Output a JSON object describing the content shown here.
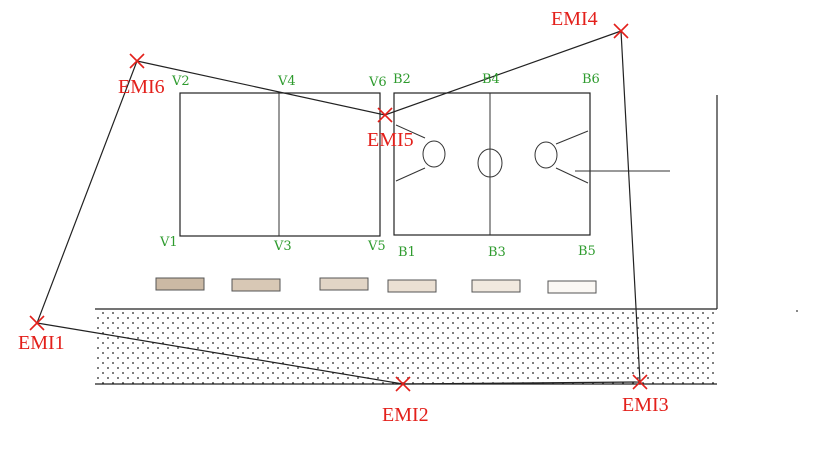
{
  "colors": {
    "point_label": "#2e9b2e",
    "emi_label": "#e3201b",
    "court_gradient_start": "#c87a22",
    "court_gradient_end": "#fbf6f1",
    "line": "#222222"
  },
  "volleyball_court": {
    "corner_labels": {
      "v1": "V1",
      "v2": "V2",
      "v3": "V3",
      "v4": "V4",
      "v5": "V5",
      "v6": "V6"
    }
  },
  "basketball_court": {
    "corner_labels": {
      "b1": "B1",
      "b2": "B2",
      "b3": "B3",
      "b4": "B4",
      "b5": "B5",
      "b6": "B6"
    }
  },
  "emi_points": {
    "emi1": "EMI1",
    "emi2": "EMI2",
    "emi3": "EMI3",
    "emi4": "EMI4",
    "emi5": "EMI5",
    "emi6": "EMI6"
  },
  "seats": {
    "count": 6,
    "colors": [
      "#cbb9a4",
      "#d8c8b5",
      "#e2d5c6",
      "#ebe0d3",
      "#f1e9df",
      "#fbf8f4"
    ]
  }
}
